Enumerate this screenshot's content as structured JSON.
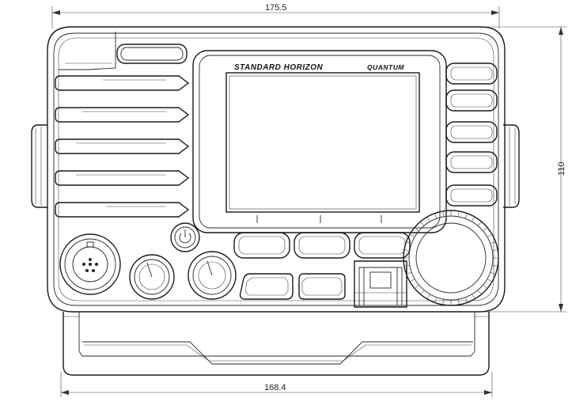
{
  "dimensions": {
    "overall_width": "175.5",
    "height": "110",
    "base_width": "168.4"
  },
  "panel": {
    "brand": "STANDARD HORIZON",
    "model": "QUANTUM"
  }
}
